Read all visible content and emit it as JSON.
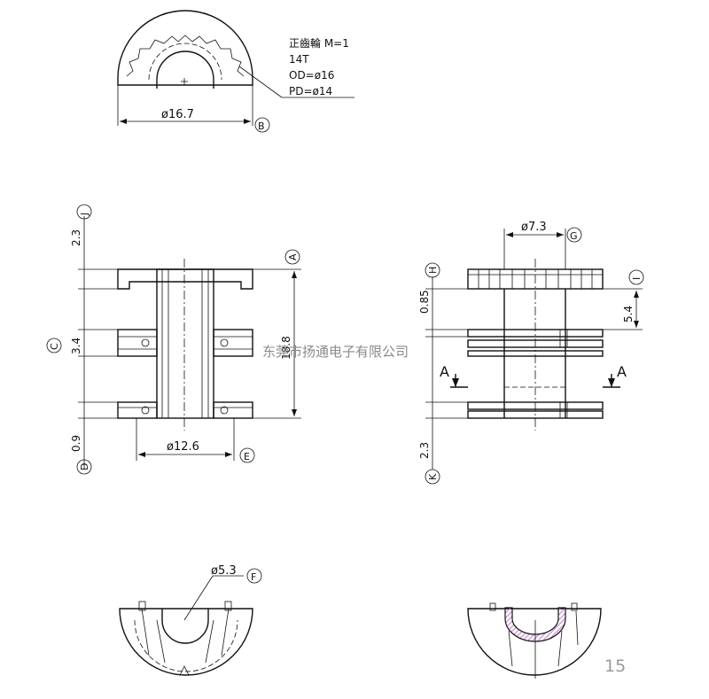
{
  "gear_note": {
    "line1": "正齒輪 M=1",
    "line2": "14T",
    "line3": "OD=ø16",
    "line4": "PD=ø14"
  },
  "dims": {
    "d_16_7": "ø16.7",
    "d_7_3": "ø7.3",
    "d_12_6": "ø12.6",
    "d_5_3": "ø5.3",
    "v_2_3_top": "2.3",
    "v_3_4": "3.4",
    "v_0_9": "0.9",
    "v_18_8": "18.8",
    "v_0_85": "0.85",
    "v_5_4": "5.4",
    "v_2_3_bottom": "2.3"
  },
  "callouts": {
    "A": "A",
    "B": "B",
    "C": "C",
    "D": "D",
    "E": "E",
    "F": "F",
    "G": "G",
    "H": "H",
    "I": "I",
    "J": "J",
    "K": "K"
  },
  "section_marks": {
    "left": "A",
    "right": "A"
  },
  "watermark": "东莞市扬通电子有限公司",
  "page_number": "15"
}
